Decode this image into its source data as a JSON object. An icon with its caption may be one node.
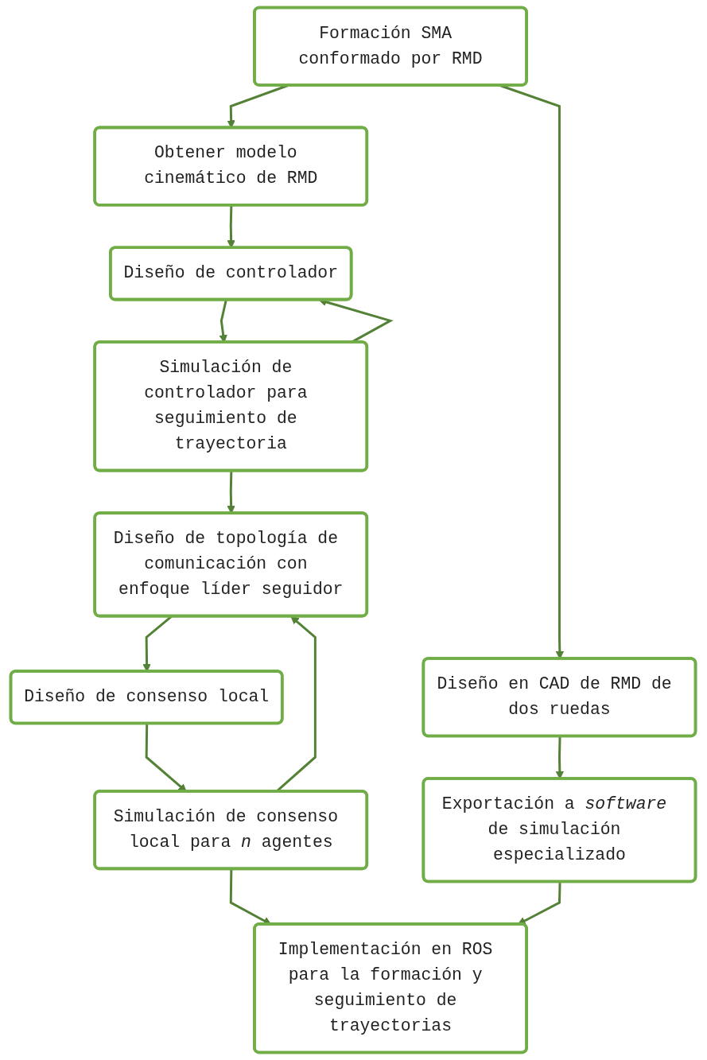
{
  "diagram": {
    "nodes": [
      {
        "text": [
          "Formación SMA conformado por RMD"
        ]
      },
      {
        "text": [
          "Obtener modelo cinemático de RMD"
        ]
      },
      {
        "text": [
          "Diseño en CAD de RMD de dos ruedas"
        ]
      },
      {
        "text": [
          "Diseño de controlador"
        ]
      },
      {
        "text": [
          "Exportación a *software* de simulación especializado"
        ]
      },
      {
        "text": [
          "Simulación de controlador para seguimiento de trayectoria"
        ]
      },
      {
        "text": [
          "Diseño de topología de comunicación con enfoque líder seguidor"
        ]
      },
      {
        "text": [
          "Diseño de consenso local"
        ]
      },
      {
        "text": [
          "Simulación de consenso local para *n* agentes"
        ]
      },
      {
        "text": [
          "Implementación en ROS para la formación y seguimiento de trayectorias"
        ]
      }
    ],
    "edges": [
      {
        "from": 0,
        "to": 1,
        "arrow": "to"
      },
      {
        "from": 0,
        "to": 2,
        "arrow": "to"
      },
      {
        "from": 1,
        "to": 3,
        "arrow": "to"
      },
      {
        "from": 2,
        "to": 4,
        "arrow": "to"
      },
      {
        "from": 3,
        "to": 5,
        "arrow": "to"
      },
      {
        "from": 5,
        "to": 3,
        "arrow": "to"
      },
      {
        "from": 5,
        "to": 6,
        "arrow": "to"
      },
      {
        "from": 6,
        "to": 7,
        "arrow": "to"
      },
      {
        "from": 7,
        "to": 8,
        "arrow": "to"
      },
      {
        "from": 8,
        "to": 6,
        "arrow": "to"
      },
      {
        "from": 8,
        "to": 9,
        "arrow": "to"
      },
      {
        "from": 4,
        "to": 9,
        "arrow": "to"
      }
    ]
  }
}
